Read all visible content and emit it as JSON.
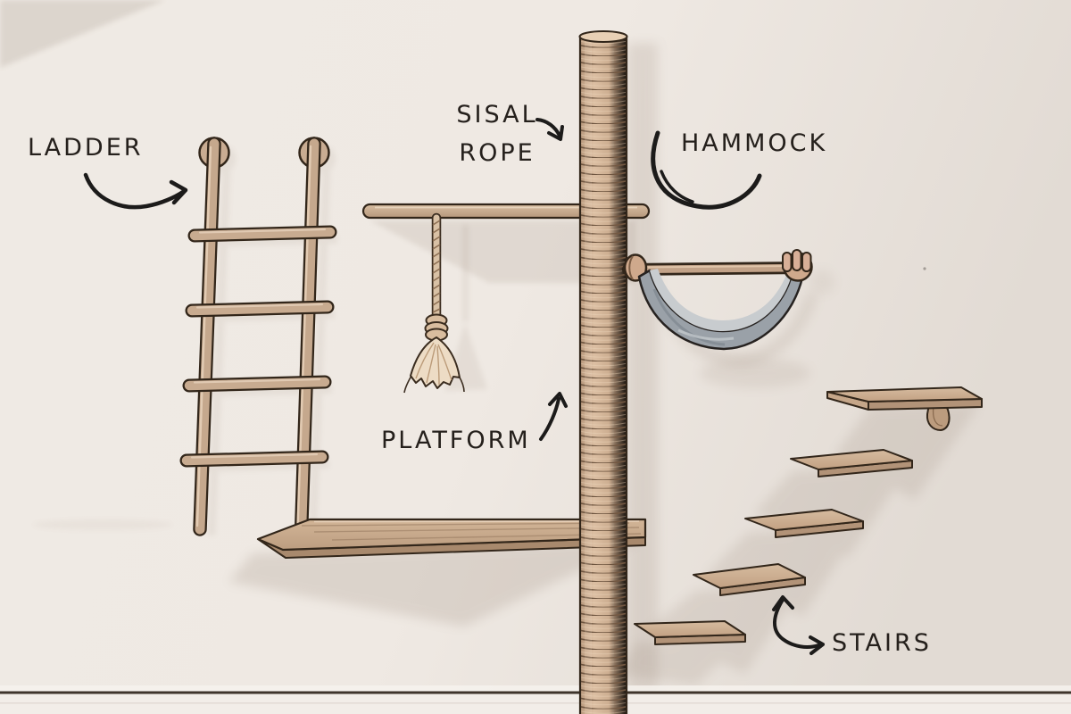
{
  "diagram": {
    "subject_labels_visible": [
      "LADDER",
      "SISAL ROPE",
      "HAMMOCK",
      "PLATFORM",
      "STAIRS"
    ],
    "labels": {
      "ladder": "LADDER",
      "sisal_rope": [
        "SISAL",
        "ROPE"
      ],
      "hammock": "HAMMOCK",
      "platform": "PLATFORM",
      "stairs": "STAIRS"
    },
    "annotations": [
      {
        "label": "LADDER",
        "points_to": "wall-mounted ladder with four rungs"
      },
      {
        "label": "SISAL ROPE",
        "points_to": "rope-wrapped vertical scratching pole"
      },
      {
        "label": "HAMMOCK",
        "points_to": "grey fabric sling on wooden rod"
      },
      {
        "label": "PLATFORM",
        "points_to": "wooden shelves / platforms"
      },
      {
        "label": "STAIRS",
        "points_to": "five floating step boards"
      }
    ],
    "colors": {
      "wall": "#EFEAE4",
      "wall_shade": "#DBD4CC",
      "floor": "#F2EDE8",
      "baseboard_line": "#3E342B",
      "wood_light": "#D5BA9E",
      "wood_mid": "#C4A78C",
      "wood_dark": "#A8896D",
      "wood_outline": "#32261A",
      "sisal_rope": "#D2B59A",
      "sisal_ring": "#6E5540",
      "hammock_fabric": "#9AA1A8",
      "hammock_fabric_light": "#C8CCCF",
      "tassel": "#EDDCC5",
      "arrow": "#1C1B1A",
      "text": "#25201C",
      "shadow": "#7A6552"
    }
  }
}
